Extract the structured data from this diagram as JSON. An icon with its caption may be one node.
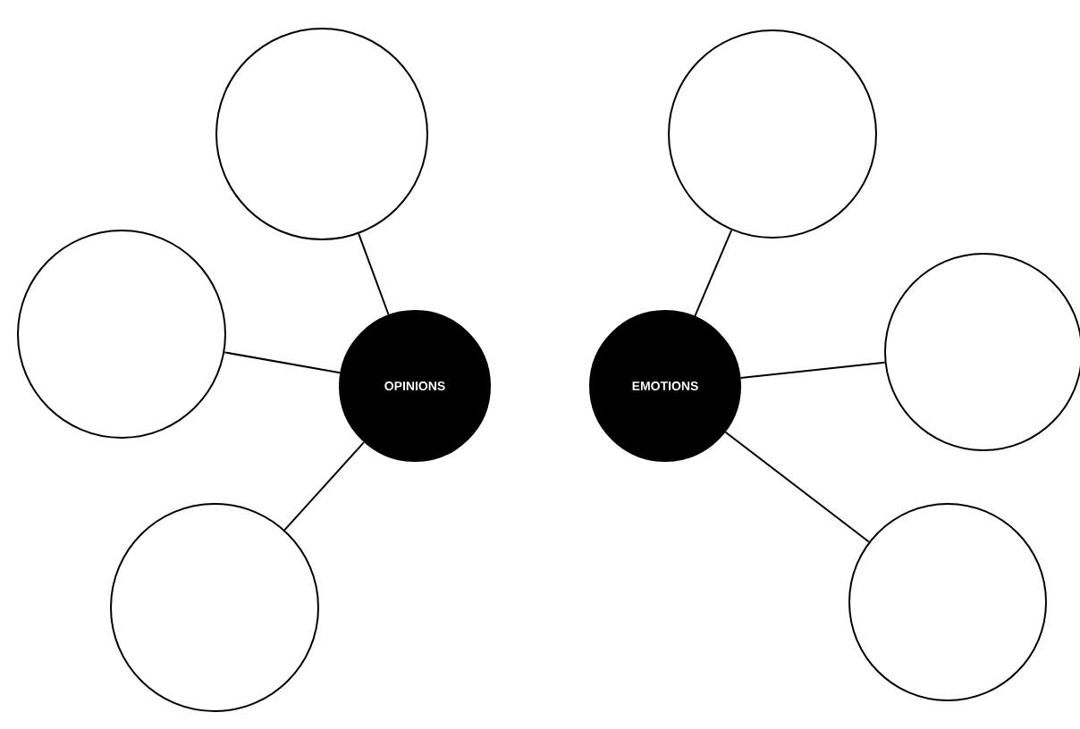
{
  "diagram": {
    "nodes": [
      {
        "text": [
          "OPINIONS"
        ]
      },
      {
        "text": [
          "EMOTIONS"
        ]
      },
      {
        "text": [],
        "shape": "circle"
      },
      {
        "text": [],
        "shape": "circle"
      },
      {
        "text": [],
        "shape": "circle"
      },
      {
        "text": [],
        "shape": "circle"
      },
      {
        "text": [],
        "shape": "circle"
      },
      {
        "text": [],
        "shape": "circle"
      }
    ],
    "edges": [
      {
        "from": 2,
        "to": 0,
        "arrow": "none"
      },
      {
        "from": 3,
        "to": 0,
        "arrow": "none"
      },
      {
        "from": 4,
        "to": 0,
        "arrow": "none"
      },
      {
        "from": 5,
        "to": 1,
        "arrow": "none"
      },
      {
        "from": 6,
        "to": 1,
        "arrow": "none"
      },
      {
        "from": 7,
        "to": 1,
        "arrow": "none"
      }
    ]
  }
}
